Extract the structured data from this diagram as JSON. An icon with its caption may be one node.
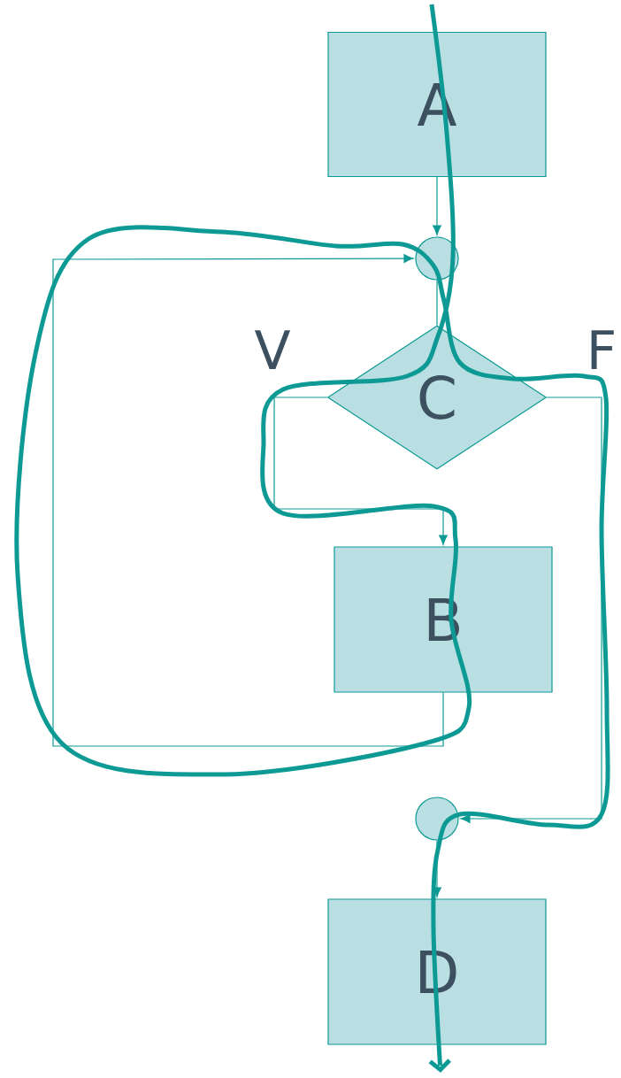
{
  "diagram": {
    "nodes": [
      {
        "text": [
          "A"
        ]
      },
      {
        "text": [],
        "shape": "circle"
      },
      {
        "text": [
          "C"
        ]
      },
      {
        "text": [
          "B"
        ]
      },
      {
        "text": [],
        "shape": "circle"
      },
      {
        "text": [
          "D"
        ]
      }
    ],
    "edges": [
      {
        "from": 0,
        "to": 1,
        "arrow": "to"
      },
      {
        "from": 1,
        "to": 2,
        "arrow": "none"
      },
      {
        "from": 2,
        "to": 3,
        "arrow": "to",
        "label": "V"
      },
      {
        "from": 3,
        "to": 1,
        "arrow": "to"
      },
      {
        "from": 2,
        "to": 4,
        "arrow": "to",
        "label": "F"
      },
      {
        "from": 4,
        "to": 5,
        "arrow": "to"
      }
    ]
  }
}
